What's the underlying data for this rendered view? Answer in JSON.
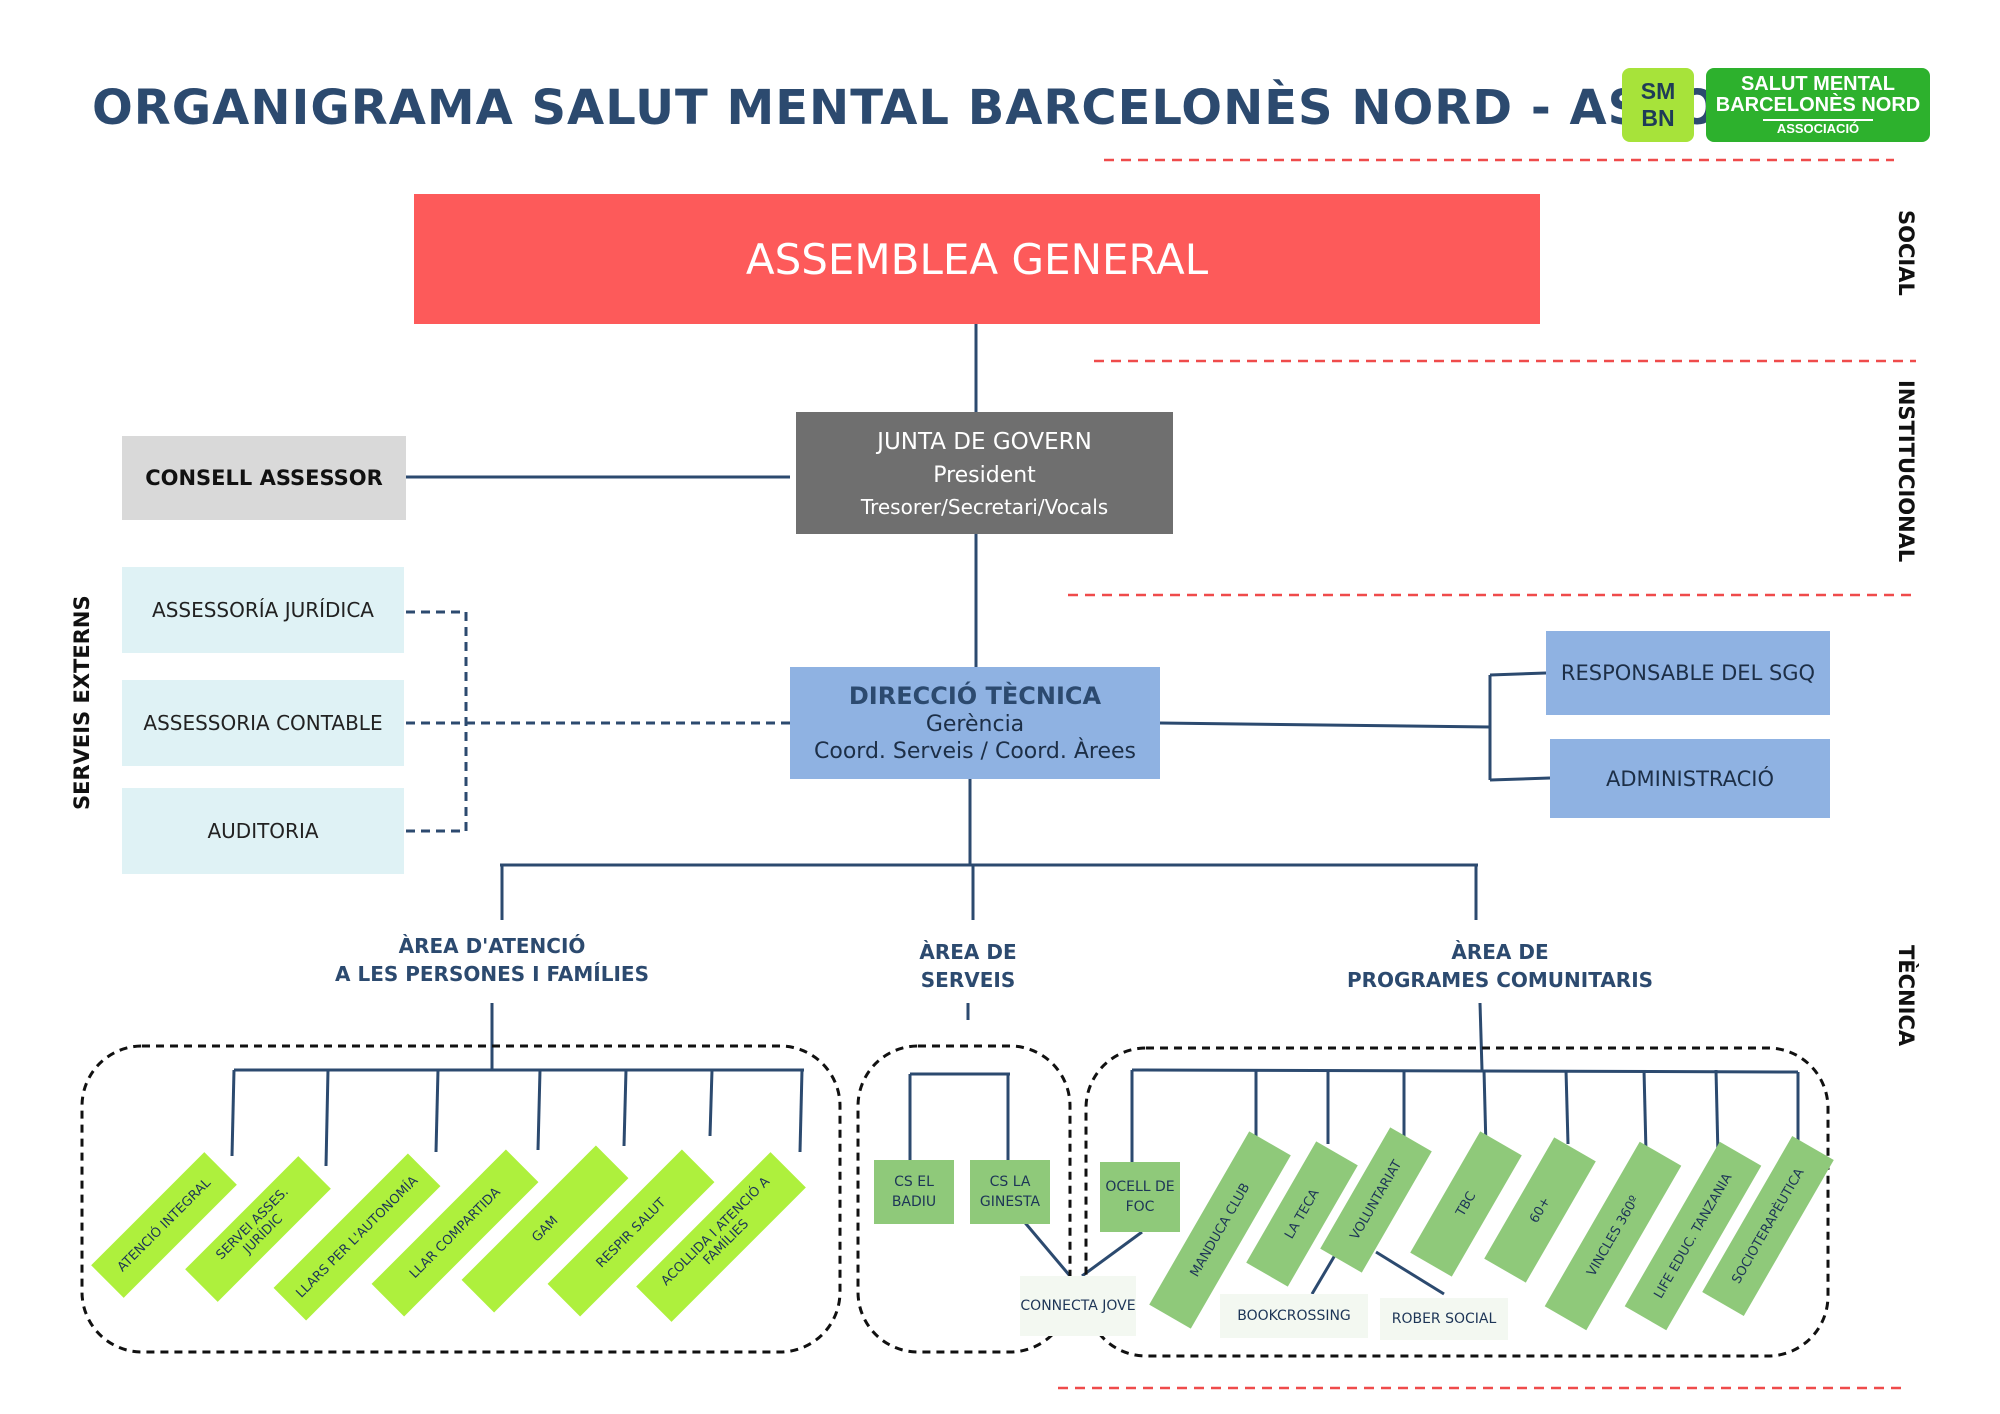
{
  "title": "ORGANIGRAMA SALUT MENTAL BARCELONÈS NORD - ASSOCIACIÓ",
  "logo": {
    "badge_line1": "SM",
    "badge_line2": "BN",
    "line1": "SALUT MENTAL",
    "line2": "BARCELONÈS NORD",
    "line3": "ASSOCIACIÓ"
  },
  "levels": {
    "social": "SOCIAL",
    "institucional": "INSTITUCIONAL",
    "tecnica": "TÈCNICA"
  },
  "assemblea": "ASSEMBLEA GENERAL",
  "junta": {
    "title": "JUNTA DE GOVERN",
    "line2": "President",
    "line3": "Tresorer/Secretari/Vocals"
  },
  "consell": "CONSELL ASSESSOR",
  "serveis_externs": {
    "label": "SERVEIS EXTERNS",
    "items": [
      "ASSESSORÍA JURÍDICA",
      "ASSESSORIA CONTABLE",
      "AUDITORIA"
    ]
  },
  "direccio": {
    "title": "DIRECCIÓ TÈCNICA",
    "line2": "Gerència",
    "line3": "Coord. Serveis / Coord. Àrees"
  },
  "right_units": [
    "RESPONSABLE DEL SGQ",
    "ADMINISTRACIÓ"
  ],
  "areas": {
    "persones": {
      "line1": "ÀREA D'ATENCIÓ",
      "line2": "A LES PERSONES I FAMÍLIES"
    },
    "serveis": {
      "line1": "ÀREA DE",
      "line2": "SERVEIS"
    },
    "programes": {
      "line1": "ÀREA DE",
      "line2": "PROGRAMES COMUNITARIS"
    }
  },
  "persones_items": [
    "ATENCIÓ INTEGRAL",
    "SERVEI ASSES. JURÍDIC",
    "LLARS PER L'AUTONOMÍA",
    "LLAR COMPARTIDA",
    "GAM",
    "RESPIR SALUT",
    "ACOLLIDA I ATENCIÓ A FAMÍLIES"
  ],
  "serveis_items": {
    "cs_badiu": "CS EL BADIU",
    "cs_ginesta": "CS LA GINESTA",
    "connecta": "CONNECTA JOVE"
  },
  "programes_items": {
    "ocell": "OCELL DE FOC",
    "rotated": [
      "MANDUCA CLUB",
      "LA TECA",
      "VOLUNTARIAT",
      "TBC",
      "60+",
      "VINCLES 360º",
      "LIFE EDUC. TANZANIA",
      "SOCIOTERAPÈUTICA"
    ],
    "bookcrossing": "BOOKCROSSING",
    "rober": "ROBER SOCIAL"
  },
  "colors": {
    "assemblea": "#fd5a5a",
    "junta": "#6f6f6f",
    "consell": "#d9d9d9",
    "externs": "#dff2f5",
    "direccio": "#8fb2e2",
    "green_bright": "#aef03d",
    "green_soft": "#8fc97a",
    "line": "#2c4a6f",
    "divider": "#ef4b4b"
  }
}
